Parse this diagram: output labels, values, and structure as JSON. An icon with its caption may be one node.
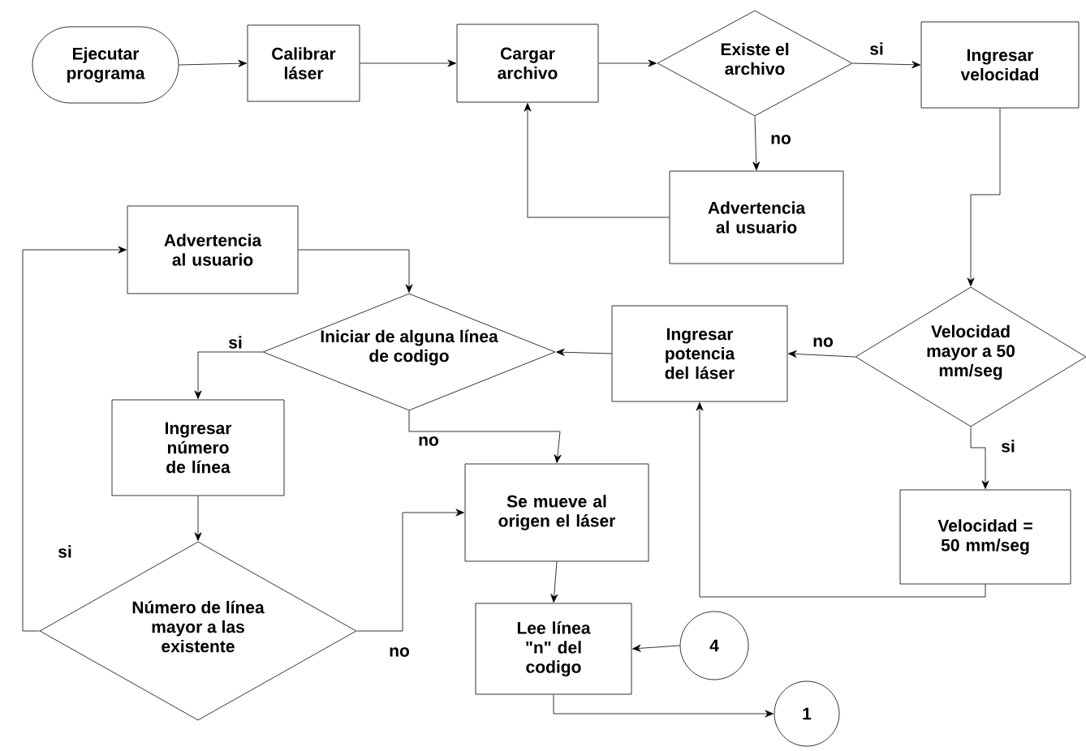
{
  "diagram": {
    "nodes": [
      {
        "text": [
          "Ejecutar programa"
        ]
      },
      {
        "text": [
          "Calibrar láser"
        ]
      },
      {
        "text": [
          "Cargar archivo"
        ]
      },
      {
        "text": [
          "Existe el archivo"
        ]
      },
      {
        "text": [
          "Ingresar velocidad"
        ]
      },
      {
        "text": [
          "Advertencia al usuario"
        ]
      },
      {
        "text": [
          "Advertencia al usuario"
        ]
      },
      {
        "text": [
          "Iniciar de alguna línea de codigo"
        ]
      },
      {
        "text": [
          "Ingresar potencia del láser"
        ]
      },
      {
        "text": [
          "Velocidad mayor a 50 mm/seg"
        ]
      },
      {
        "text": [
          "Ingresar número de línea"
        ]
      },
      {
        "text": [
          "Se mueve  al origen el láser"
        ]
      },
      {
        "text": [
          "Velocidad = 50 mm/seg"
        ]
      },
      {
        "text": [
          "Número de línea mayor a las existente"
        ]
      },
      {
        "text": [
          "Lee línea \"n\" del codigo"
        ]
      },
      {
        "text": [
          "4"
        ]
      },
      {
        "text": [
          "1"
        ]
      }
    ],
    "edges": [
      {
        "from": 0,
        "to": 1,
        "arrow": "to"
      },
      {
        "from": 1,
        "to": 2,
        "arrow": "to"
      },
      {
        "from": 2,
        "to": 3,
        "arrow": "to"
      },
      {
        "from": 3,
        "to": 4,
        "arrow": "to",
        "label": "si"
      },
      {
        "from": 3,
        "to": 5,
        "arrow": "to",
        "label": "no"
      },
      {
        "from": 5,
        "to": 2,
        "arrow": "to"
      },
      {
        "from": 4,
        "to": 9,
        "arrow": "to"
      },
      {
        "from": 9,
        "to": 8,
        "arrow": "to",
        "label": "no"
      },
      {
        "from": 9,
        "to": 12,
        "arrow": "to",
        "label": "si"
      },
      {
        "from": 12,
        "to": 8,
        "arrow": "to"
      },
      {
        "from": 8,
        "to": 7,
        "arrow": "to"
      },
      {
        "from": 7,
        "to": 10,
        "arrow": "to",
        "label": "si"
      },
      {
        "from": 7,
        "to": 11,
        "arrow": "to",
        "label": "no"
      },
      {
        "from": 10,
        "to": 13,
        "arrow": "to"
      },
      {
        "from": 13,
        "to": 11,
        "arrow": "to",
        "label": "no"
      },
      {
        "from": 13,
        "to": 6,
        "arrow": "to",
        "label": "si"
      },
      {
        "from": 6,
        "to": 7,
        "arrow": "to"
      },
      {
        "from": 11,
        "to": 14,
        "arrow": "to"
      },
      {
        "from": 15,
        "to": 14,
        "arrow": "to"
      },
      {
        "from": 14,
        "to": 16,
        "arrow": "to"
      }
    ]
  }
}
